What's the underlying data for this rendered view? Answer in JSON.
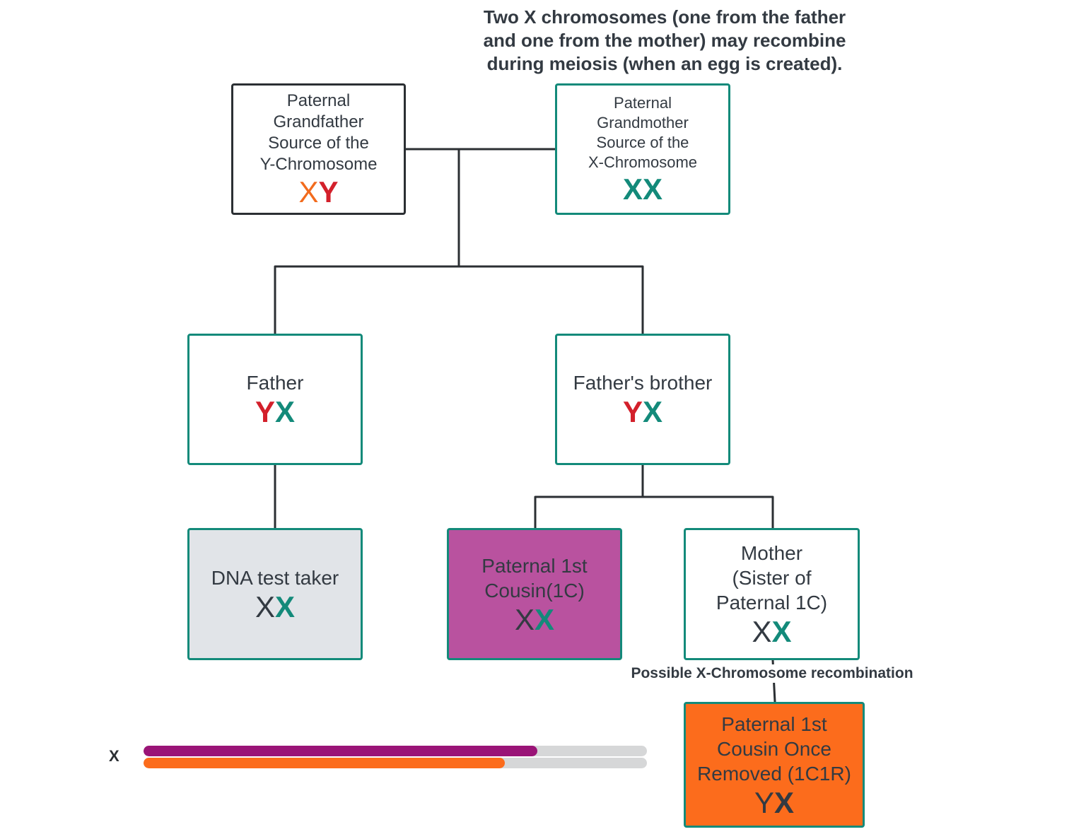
{
  "notes": {
    "top": "Two X chromosomes (one from the father\nand one from the mother) may recombine\nduring meiosis (when an egg is created).",
    "recombination": "Possible X-Chromosome recombination"
  },
  "people": {
    "grandfather": {
      "label": "Paternal\nGrandfather\nSource of the\nY-Chromosome",
      "genotype": [
        {
          "letter": "X",
          "color": "#f26b1d",
          "bold": false
        },
        {
          "letter": "Y",
          "color": "#d3202b",
          "bold": true
        }
      ]
    },
    "grandmother": {
      "label": "Paternal\nGrandmother\nSource of the\nX-Chromosome",
      "genotype": [
        {
          "letter": "X",
          "color": "#138a7a",
          "bold": true
        },
        {
          "letter": "X",
          "color": "#138a7a",
          "bold": true
        }
      ]
    },
    "father": {
      "label": "Father",
      "genotype": [
        {
          "letter": "Y",
          "color": "#d3202b",
          "bold": true
        },
        {
          "letter": "X",
          "color": "#138a7a",
          "bold": true
        }
      ]
    },
    "fathers_brother": {
      "label": "Father's brother",
      "genotype": [
        {
          "letter": "Y",
          "color": "#d3202b",
          "bold": true
        },
        {
          "letter": "X",
          "color": "#138a7a",
          "bold": true
        }
      ]
    },
    "test_taker": {
      "label": "DNA test taker",
      "genotype": [
        {
          "letter": "X",
          "color": "#333a42",
          "bold": false
        },
        {
          "letter": "X",
          "color": "#138a7a",
          "bold": true
        }
      ]
    },
    "paternal_1c": {
      "label": "Paternal 1st\nCousin(1C)",
      "genotype": [
        {
          "letter": "X",
          "color": "#333a42",
          "bold": false
        },
        {
          "letter": "X",
          "color": "#138a7a",
          "bold": true
        }
      ]
    },
    "mother": {
      "label": "Mother\n(Sister of\nPaternal 1C)",
      "genotype": [
        {
          "letter": "X",
          "color": "#333a42",
          "bold": false
        },
        {
          "letter": "X",
          "color": "#138a7a",
          "bold": true
        }
      ]
    },
    "paternal_1c1r": {
      "label": "Paternal 1st\nCousin Once\nRemoved (1C1R)",
      "genotype": [
        {
          "letter": "Y",
          "color": "#333a42",
          "bold": false
        },
        {
          "letter": "X",
          "color": "#333a42",
          "bold": true
        }
      ]
    }
  },
  "x_comparison": {
    "label": "X",
    "bars": [
      {
        "fraction": 0.783,
        "color": "#9a1477"
      },
      {
        "fraction": 0.718,
        "color": "#fc6c1c"
      }
    ]
  },
  "colors": {
    "box_border": "#138a7a",
    "grandfather_border": "#2b2f33",
    "line": "#2b2f33",
    "test_taker_fill": "#e1e4e8",
    "cousin_fill": "#b9529f",
    "c1r_fill": "#fc6c1c",
    "bar_track": "#d6d7d8"
  }
}
